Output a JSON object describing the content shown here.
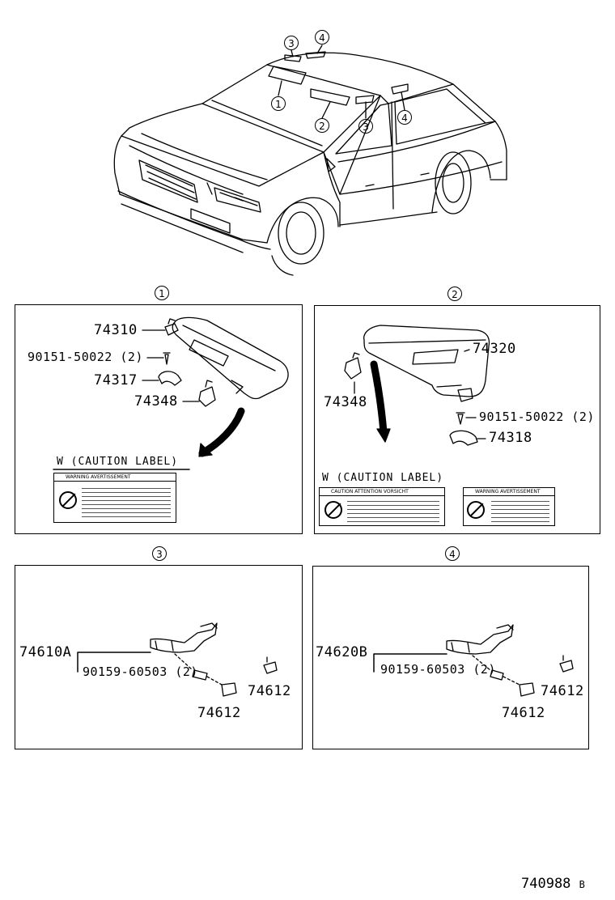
{
  "overview": {
    "callouts": [
      "1",
      "2",
      "3",
      "3",
      "4",
      "4"
    ]
  },
  "panels": [
    {
      "ref": "1",
      "parts": [
        "74310",
        "90151-50022 (2)",
        "74317",
        "74348"
      ],
      "caption": "W (CAUTION  LABEL)",
      "label_header": "WARNING  AVERTISSEMENT"
    },
    {
      "ref": "2",
      "parts": [
        "74320",
        "74348",
        "90151-50022 (2)",
        "74318"
      ],
      "caption": "W (CAUTION  LABEL)",
      "label_header_a": "CAUTION  ATTENTION  VORSICHT",
      "label_header_b": "WARNING  AVERTISSEMENT"
    },
    {
      "ref": "3",
      "parts": [
        "74610A",
        "90159-60503 (2)",
        "74612",
        "74612"
      ]
    },
    {
      "ref": "4",
      "parts": [
        "74620B",
        "90159-60503 (2)",
        "74612",
        "74612"
      ]
    }
  ],
  "document_id": "740988",
  "document_suffix": "B"
}
